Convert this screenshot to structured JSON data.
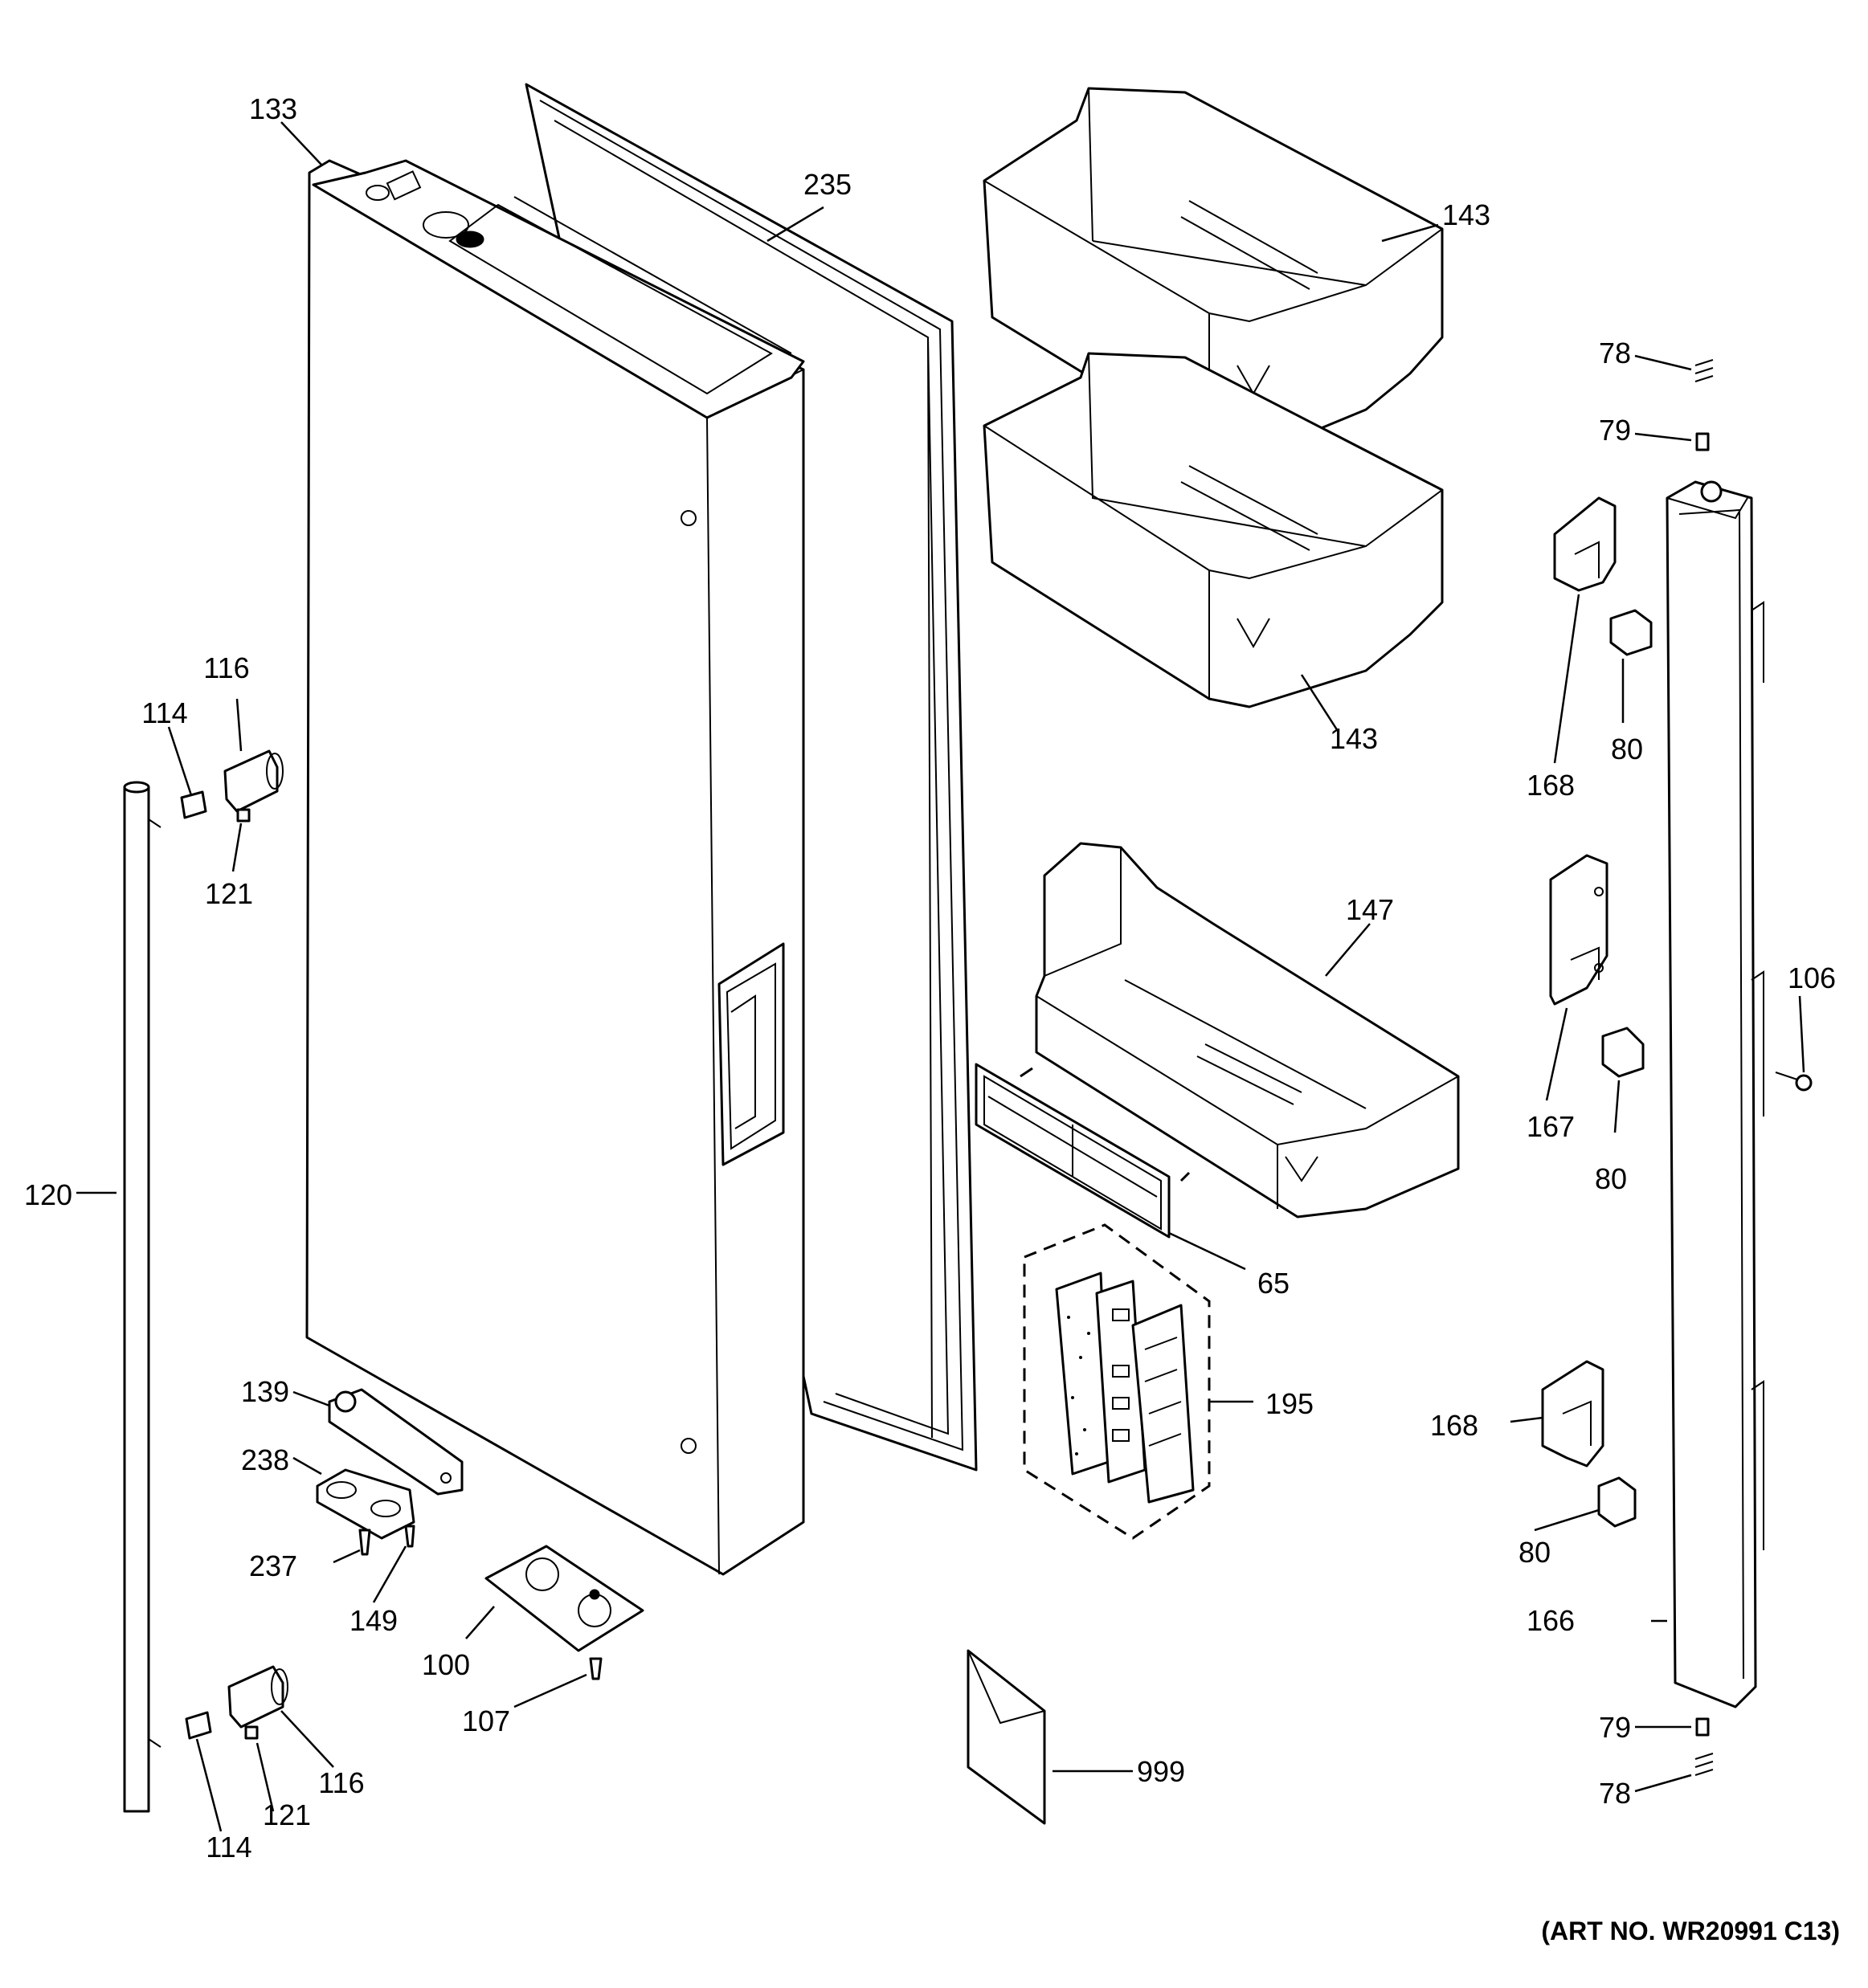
{
  "art_number": "(ART NO. WR20991 C13)",
  "callouts": [
    {
      "id": "c133a",
      "label": "133"
    },
    {
      "id": "c235",
      "label": "235"
    },
    {
      "id": "c143a",
      "label": "143"
    },
    {
      "id": "c143b",
      "label": "143"
    },
    {
      "id": "c78a",
      "label": "78"
    },
    {
      "id": "c79a",
      "label": "79"
    },
    {
      "id": "c116a",
      "label": "116"
    },
    {
      "id": "c114a",
      "label": "114"
    },
    {
      "id": "c121a",
      "label": "121"
    },
    {
      "id": "c168a",
      "label": "168"
    },
    {
      "id": "c80a",
      "label": "80"
    },
    {
      "id": "c147",
      "label": "147"
    },
    {
      "id": "c106",
      "label": "106"
    },
    {
      "id": "c167",
      "label": "167"
    },
    {
      "id": "c80b",
      "label": "80"
    },
    {
      "id": "c120",
      "label": "120"
    },
    {
      "id": "c65",
      "label": "65"
    },
    {
      "id": "c195",
      "label": "195"
    },
    {
      "id": "c139",
      "label": "139"
    },
    {
      "id": "c238",
      "label": "238"
    },
    {
      "id": "c168b",
      "label": "168"
    },
    {
      "id": "c80c",
      "label": "80"
    },
    {
      "id": "c237",
      "label": "237"
    },
    {
      "id": "c149",
      "label": "149"
    },
    {
      "id": "c166",
      "label": "166"
    },
    {
      "id": "c100",
      "label": "100"
    },
    {
      "id": "c107",
      "label": "107"
    },
    {
      "id": "c79b",
      "label": "79"
    },
    {
      "id": "c78b",
      "label": "78"
    },
    {
      "id": "c116b",
      "label": "116"
    },
    {
      "id": "c121b",
      "label": "121"
    },
    {
      "id": "c999",
      "label": "999"
    },
    {
      "id": "c114b",
      "label": "114"
    }
  ]
}
